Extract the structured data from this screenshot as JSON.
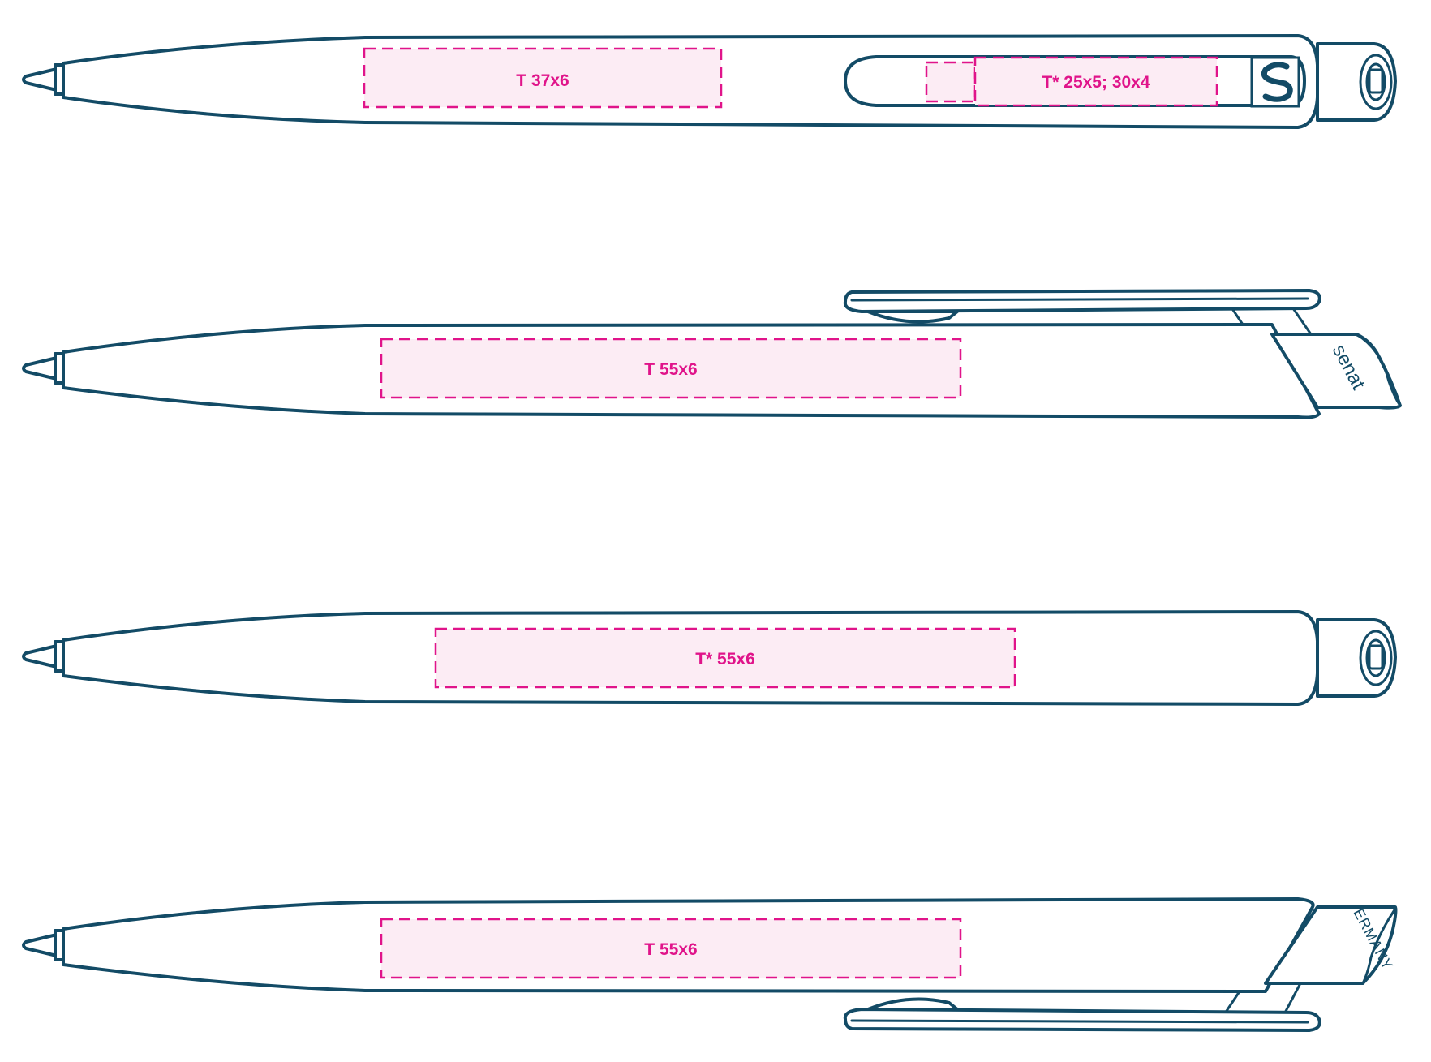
{
  "colors": {
    "outline": "#134b66",
    "imprint_stroke": "#e0148a",
    "imprint_fill": "#fcecf4"
  },
  "pens": [
    {
      "view": "top-with-clip",
      "imprints": [
        {
          "label": "T 37x6"
        },
        {
          "label": "T* 25x5; 30x4"
        }
      ],
      "logo_icon": "senator-s-logo-icon"
    },
    {
      "view": "side-clip-up",
      "imprints": [
        {
          "label": "T 55x6"
        }
      ],
      "push_button_text": "senat"
    },
    {
      "view": "bottom",
      "imprints": [
        {
          "label": "T* 55x6"
        }
      ]
    },
    {
      "view": "side-clip-down",
      "imprints": [
        {
          "label": "T 55x6"
        }
      ],
      "push_button_text": "ERMANY"
    }
  ]
}
